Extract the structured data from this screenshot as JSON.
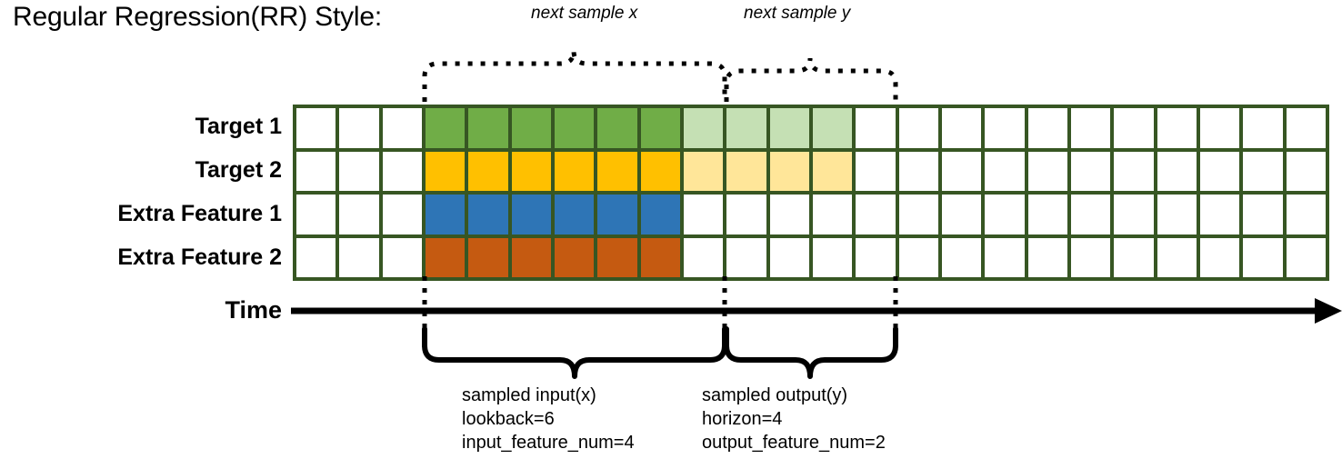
{
  "title": "Regular Regression(RR) Style:",
  "annotations": {
    "next_sample_x": "next sample x",
    "next_sample_y": "next sample y"
  },
  "axis": {
    "time_label": "Time"
  },
  "rows": [
    {
      "label": "Target 1",
      "color": "#70ad47",
      "light_color": "#c5e0b4"
    },
    {
      "label": "Target 2",
      "color": "#ffc000",
      "light_color": "#ffe699"
    },
    {
      "label": "Extra Feature 1",
      "color": "#2e75b6",
      "light_color": "#ffffff"
    },
    {
      "label": "Extra Feature 2",
      "color": "#c55a11",
      "light_color": "#ffffff"
    }
  ],
  "grid": {
    "total_columns": 24,
    "leading_blank_columns": 3,
    "input_columns": 6,
    "output_columns": 4,
    "trailing_blank_columns": 11,
    "border_color": "#375623",
    "cells": [
      [
        "white",
        "white",
        "white",
        "green",
        "green",
        "green",
        "green",
        "green",
        "green",
        "green-lt",
        "green-lt",
        "green-lt",
        "green-lt",
        "white",
        "white",
        "white",
        "white",
        "white",
        "white",
        "white",
        "white",
        "white",
        "white",
        "white"
      ],
      [
        "white",
        "white",
        "white",
        "yellow",
        "yellow",
        "yellow",
        "yellow",
        "yellow",
        "yellow",
        "yellow-lt",
        "yellow-lt",
        "yellow-lt",
        "yellow-lt",
        "white",
        "white",
        "white",
        "white",
        "white",
        "white",
        "white",
        "white",
        "white",
        "white",
        "white"
      ],
      [
        "white",
        "white",
        "white",
        "blue",
        "blue",
        "blue",
        "blue",
        "blue",
        "blue",
        "white",
        "white",
        "white",
        "white",
        "white",
        "white",
        "white",
        "white",
        "white",
        "white",
        "white",
        "white",
        "white",
        "white",
        "white"
      ],
      [
        "white",
        "white",
        "white",
        "orange",
        "orange",
        "orange",
        "orange",
        "orange",
        "orange",
        "white",
        "white",
        "white",
        "white",
        "white",
        "white",
        "white",
        "white",
        "white",
        "white",
        "white",
        "white",
        "white",
        "white",
        "white"
      ]
    ]
  },
  "captions": {
    "input": {
      "line1": "sampled input(x)",
      "line2": "lookback=6",
      "line3": "input_feature_num=4"
    },
    "output": {
      "line1": "sampled output(y)",
      "line2": "horizon=4",
      "line3": "output_feature_num=2"
    }
  }
}
